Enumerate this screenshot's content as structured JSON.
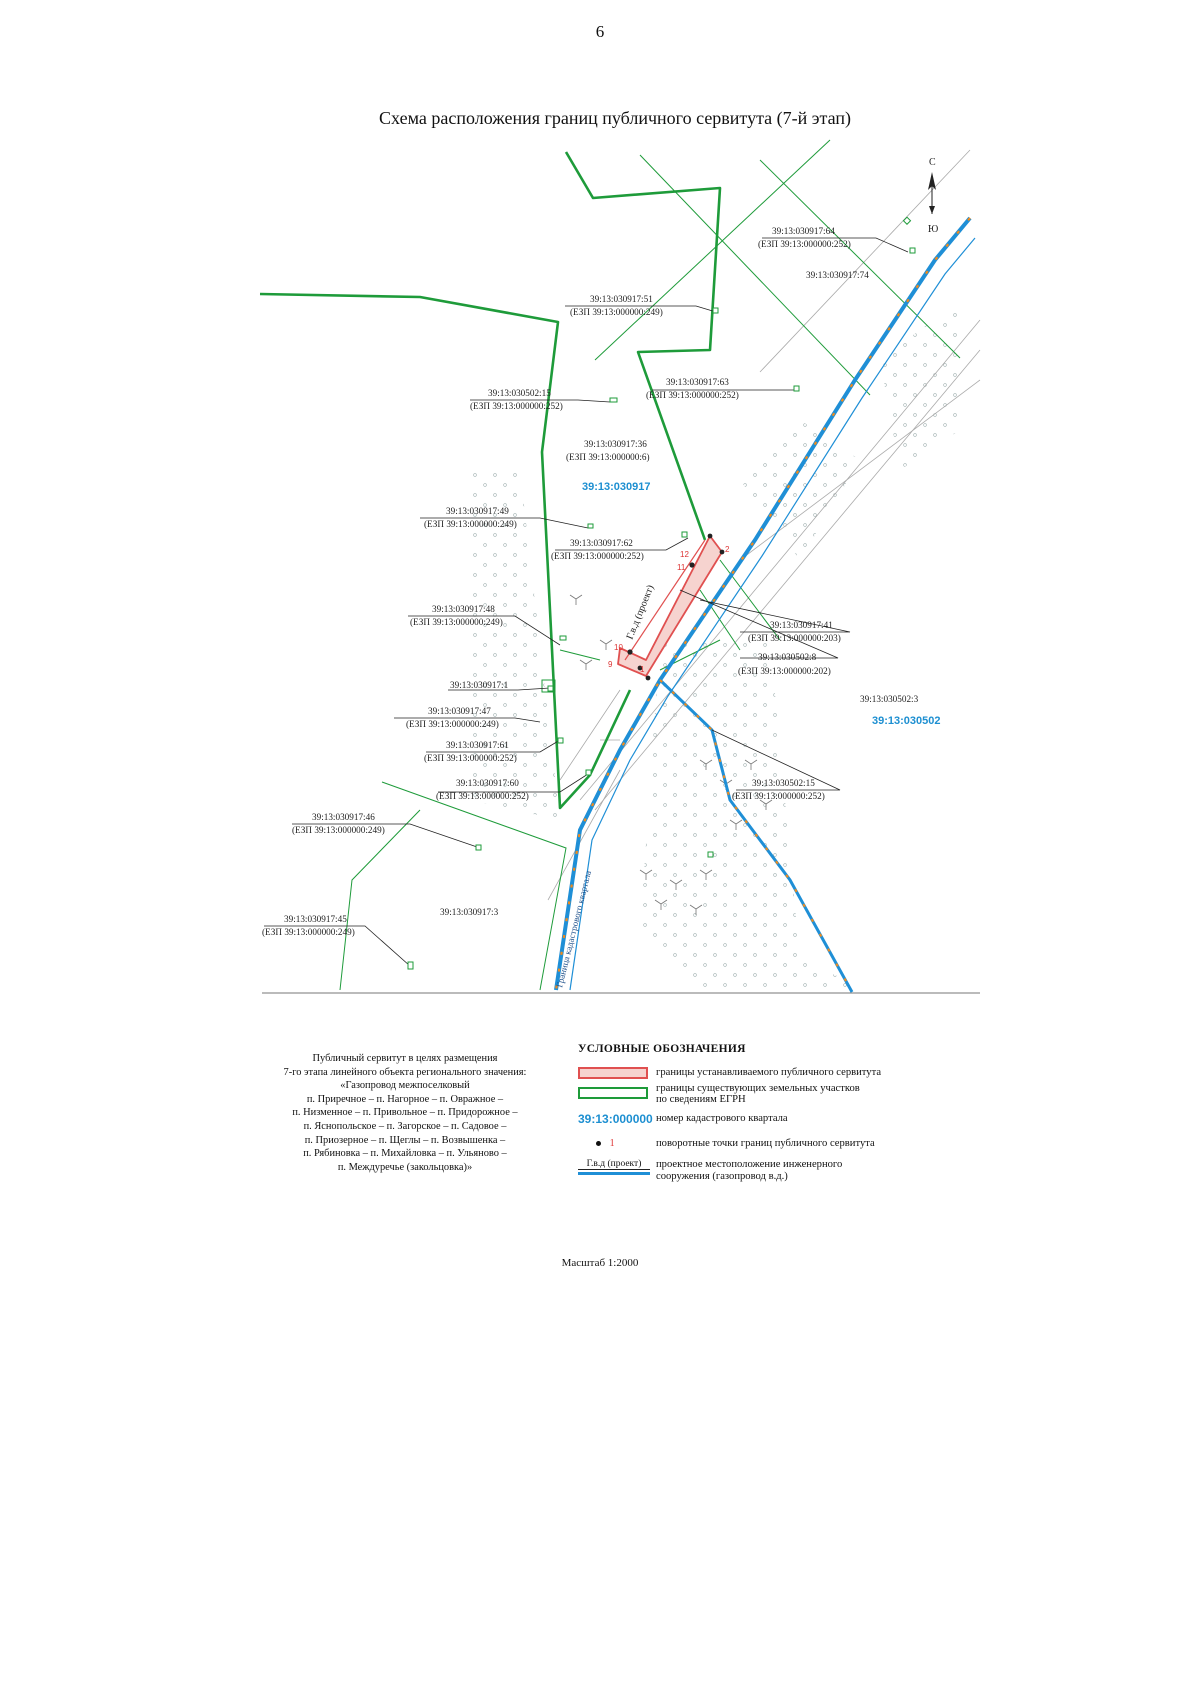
{
  "page_number": "6",
  "title": "Схема расположения границ публичного сервитута (7-й этап)",
  "north_arrow": {
    "north": "С",
    "south": "Ю"
  },
  "quarters": [
    "39:13:030917",
    "39:13:030502"
  ],
  "parcel_labels": {
    "p64": "39:13:030917:64",
    "e64": "(ЕЗП 39:13:000000:252)",
    "p74": "39:13:030917:74",
    "p51": "39:13:030917:51",
    "e51": "(ЕЗП 39:13:000000:249)",
    "p63": "39:13:030917:63",
    "e63": "(ЕЗП 39:13:000000:252)",
    "p15a": "39:13:030502:15",
    "e15a": "(ЕЗП 39:13:000000:252)",
    "p36": "39:13:030917:36",
    "e36": "(ЕЗП 39:13:000000:6)",
    "p49": "39:13:030917:49",
    "e49": "(ЕЗП 39:13:000000:249)",
    "p62": "39:13:030917:62",
    "e62": "(ЕЗП 39:13:000000:252)",
    "p48": "39:13:030917:48",
    "e48": "(ЕЗП 39:13:000000:249)",
    "p41": "39:13:030917:41",
    "e41": "(ЕЗП 39:13:000000:203)",
    "p8": "39:13:030502:8",
    "e8": "(ЕЗП 39:13:000000:202)",
    "p1": "39:13:030917:1",
    "p3b": "39:13:030502:3",
    "p47": "39:13:030917:47",
    "e47": "(ЕЗП 39:13:000000:249)",
    "p61": "39:13:030917:61",
    "e61": "(ЕЗП 39:13:000000:252)",
    "p60": "39:13:030917:60",
    "e60": "(ЕЗП 39:13:000000:252)",
    "p15b": "39:13:030502:15",
    "e15b": "(ЕЗП 39:13:000000:252)",
    "p46": "39:13:030917:46",
    "e46": "(ЕЗП 39:13:000000:249)",
    "p3a": "39:13:030917:3",
    "p45": "39:13:030917:45",
    "e45": "(ЕЗП 39:13:000000:249)"
  },
  "pipe_label": "Г.в.д (проект)",
  "road_label": "Граница кадастрового квартала",
  "point_numbers": [
    "1",
    "2",
    "9",
    "10",
    "11",
    "12"
  ],
  "purpose_text": [
    "Публичный сервитут в целях размещения",
    "7-го этапа линейного объекта регионального значения:",
    "«Газопровод межпоселковый",
    "п. Приречное – п. Нагорное – п. Овражное –",
    "п. Низменное – п. Привольное – п. Придорожное –",
    "п. Яснопольское – п. Загорское – п. Садовое –",
    "п. Приозерное – п. Щеглы – п. Возвышенка –",
    "п. Рябиновка – п. Михайловка – п. Ульяново –",
    "п. Междуречье (закольцовка)»"
  ],
  "legend": {
    "title": "УСЛОВНЫЕ ОБОЗНАЧЕНИЯ",
    "items": [
      {
        "text1": "границы устанавливаемого публичного сервитута",
        "text2": ""
      },
      {
        "text1": "границы существующих земельных участков",
        "text2": "по сведениям ЕГРН"
      },
      {
        "symbol": "39:13:000000",
        "text1": "номер кадастрового квартала",
        "text2": ""
      },
      {
        "symbol": "1",
        "text1": "поворотные точки границ публичного сервитута",
        "text2": ""
      },
      {
        "symbol": "Г.в.д (проект)",
        "text1": "проектное местоположение инженерного",
        "text2": "сооружения (газопровод в.д.)"
      }
    ]
  },
  "scale": "Масштаб 1:2000",
  "colors": {
    "parcel_green": "#1e9b3a",
    "servitude_red": "#e05050",
    "pipe_blue": "#1f8fd6",
    "pipe_orange": "#f08a1c",
    "quarter_blue": "#1d8fd1"
  }
}
